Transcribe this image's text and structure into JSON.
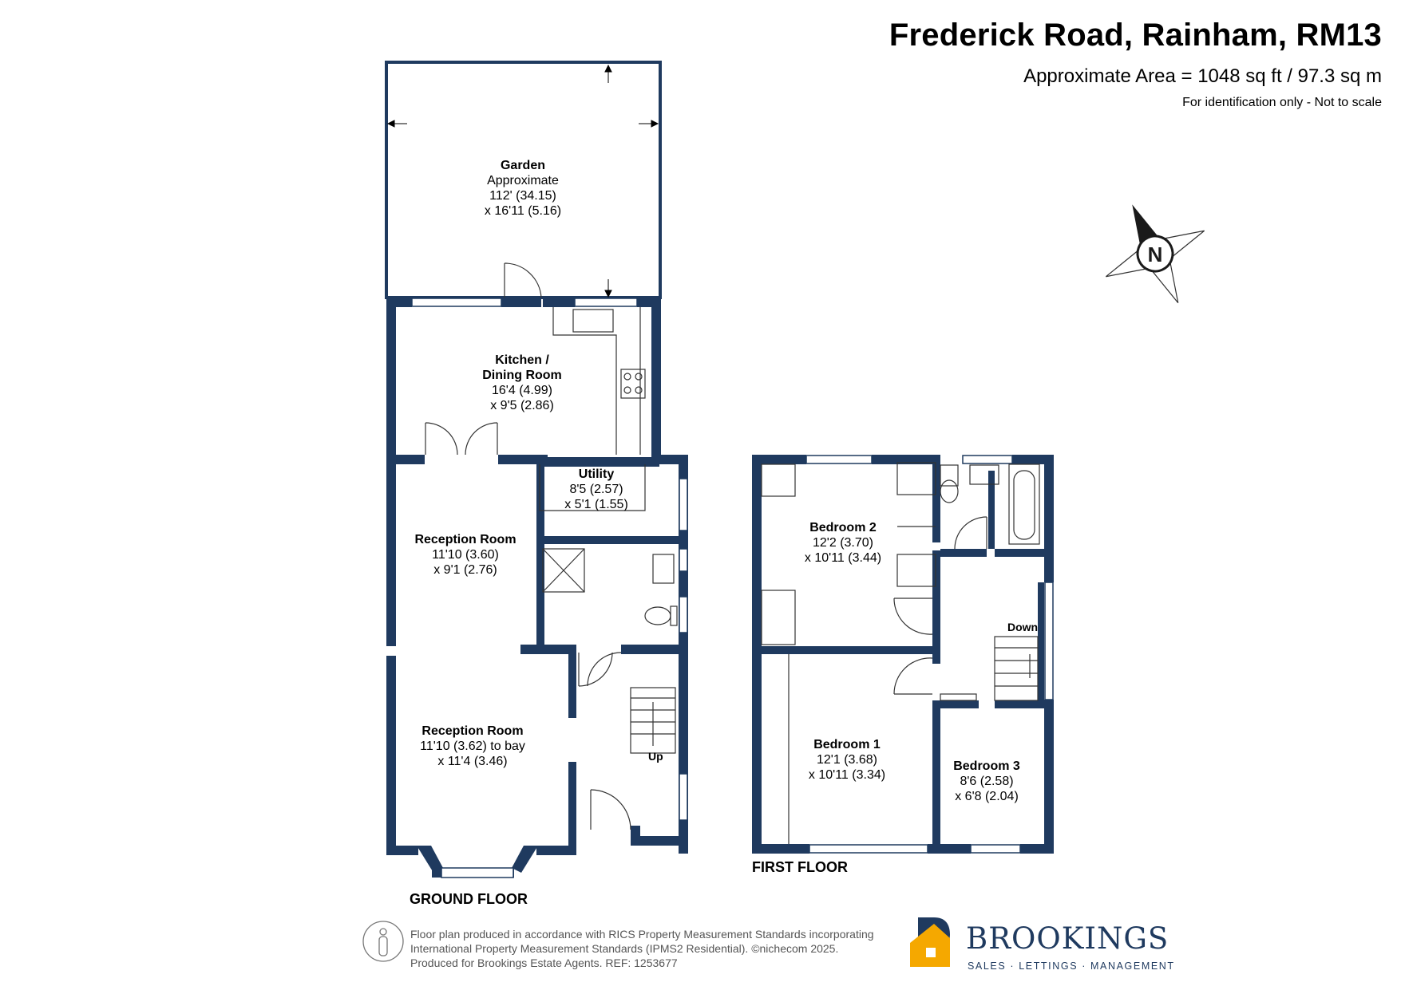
{
  "header": {
    "title": "Frederick Road, Rainham, RM13",
    "area": "Approximate Area = 1048 sq ft / 97.3 sq m",
    "disclaimer": "For identification only - Not to scale"
  },
  "compass": {
    "letter": "N"
  },
  "rooms": {
    "garden": {
      "name": "Garden",
      "lines": [
        "Approximate",
        "112' (34.15)",
        "x 16'11 (5.16)"
      ]
    },
    "kitchen": {
      "name": "Kitchen /",
      "name2": "Dining Room",
      "lines": [
        "16'4 (4.99)",
        "x 9'5 (2.86)"
      ]
    },
    "utility": {
      "name": "Utility",
      "lines": [
        "8'5 (2.57)",
        "x 5'1 (1.55)"
      ]
    },
    "reception1": {
      "name": "Reception Room",
      "lines": [
        "11'10 (3.60)",
        "x 9'1 (2.76)"
      ]
    },
    "reception2": {
      "name": "Reception Room",
      "lines": [
        "11'10 (3.62) to bay",
        "x 11'4 (3.46)"
      ]
    },
    "bedroom2": {
      "name": "Bedroom 2",
      "lines": [
        "12'2 (3.70)",
        "x 10'11 (3.44)"
      ]
    },
    "bedroom1": {
      "name": "Bedroom 1",
      "lines": [
        "12'1 (3.68)",
        "x 10'11 (3.34)"
      ]
    },
    "bedroom3": {
      "name": "Bedroom 3",
      "lines": [
        "8'6 (2.58)",
        "x 6'8 (2.04)"
      ]
    }
  },
  "labels": {
    "up": "Up",
    "down": "Down",
    "ground_floor": "GROUND FLOOR",
    "first_floor": "FIRST FLOOR"
  },
  "footer": {
    "line1": "Floor plan produced in accordance with RICS Property Measurement Standards incorporating",
    "line2": "International Property Measurement Standards (IPMS2 Residential).  ©nichecom 2025.",
    "line3": "Produced for Brookings Estate Agents.   REF: 1253677"
  },
  "brand": {
    "name": "BROOKINGS",
    "tagline": "SALES · LETTINGS · MANAGEMENT"
  },
  "colors": {
    "wall": "#1f3a5f",
    "brand": "#1f3a5f",
    "accent": "#f5a800"
  }
}
